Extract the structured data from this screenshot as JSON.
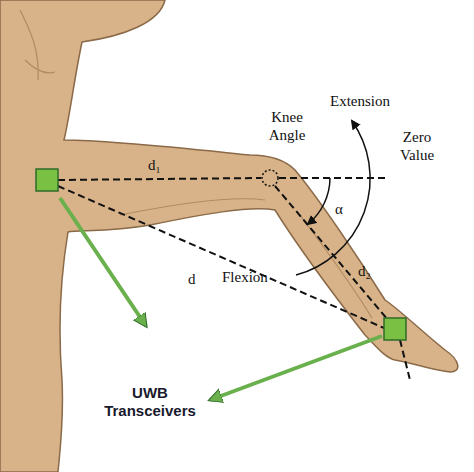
{
  "diagram": {
    "labels": [
      "Knee Angle",
      "Extension",
      "d₁",
      "Zero Value",
      "α",
      "d",
      "Flexion",
      "d₂",
      "UWB Transceivers"
    ]
  }
}
